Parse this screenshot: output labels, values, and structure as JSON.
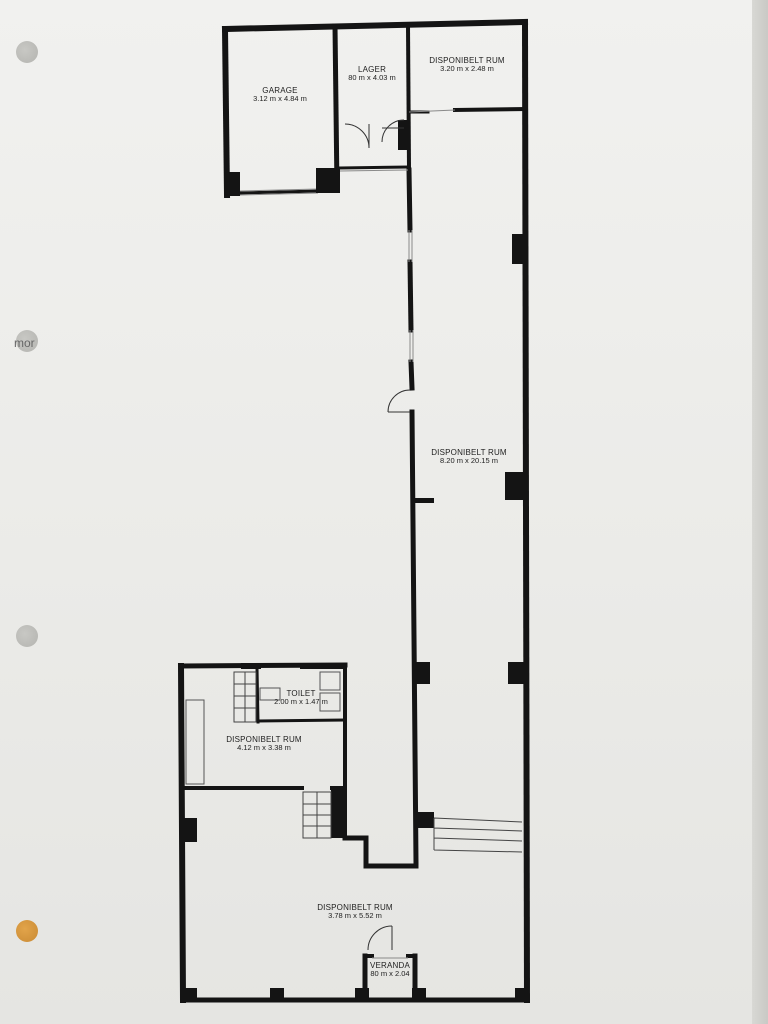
{
  "page": {
    "bleed_text": "mor"
  },
  "rooms": [
    {
      "id": "garage",
      "name": "GARAGE",
      "size": "3.12 m x 4.84 m"
    },
    {
      "id": "lager",
      "name": "LAGER",
      "size": "80 m x 4.03 m"
    },
    {
      "id": "rum-top",
      "name": "DISPONIBELT RUM",
      "size": "3.20 m x 2.48 m"
    },
    {
      "id": "rum-main",
      "name": "DISPONIBELT RUM",
      "size": "8.20 m x 20.15 m"
    },
    {
      "id": "toilet",
      "name": "TOILET",
      "size": "2.00 m x 1.47 m"
    },
    {
      "id": "rum-left",
      "name": "DISPONIBELT RUM",
      "size": "4.12 m x 3.38 m"
    },
    {
      "id": "rum-bottom",
      "name": "DISPONIBELT RUM",
      "size": "3.78 m x 5.52 m"
    },
    {
      "id": "veranda",
      "name": "VERANDA",
      "size": "80 m x 2.04"
    }
  ],
  "colors": {
    "wall": "#141414",
    "paper": "#efefed",
    "fixture": "#555555"
  }
}
